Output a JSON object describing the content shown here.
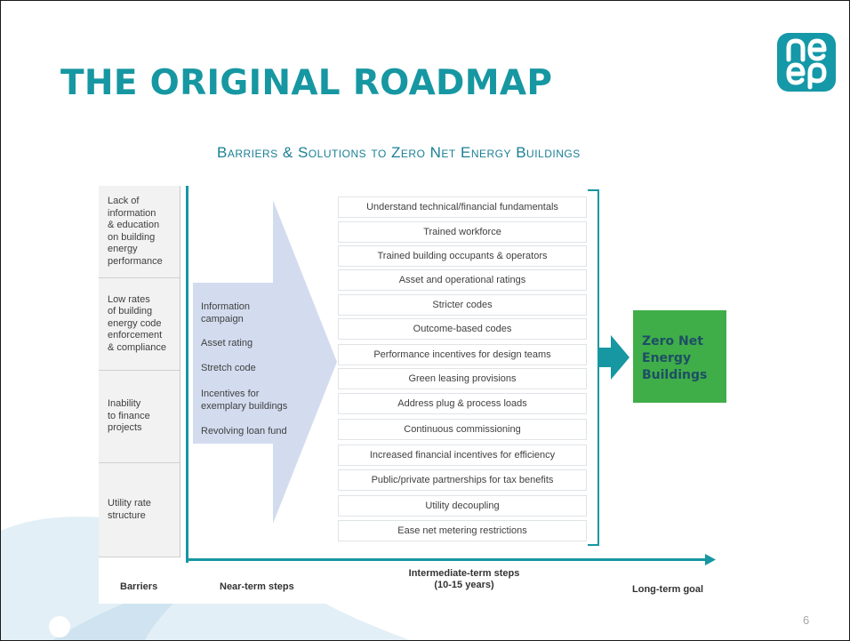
{
  "title": "THE ORIGINAL ROADMAP",
  "logo_text": "neep",
  "page_number": "6",
  "colors": {
    "accent": "#1697a2",
    "goal": "#3fae49",
    "arrow": "#d3dcef",
    "pale": "#e3eff6"
  },
  "diagram": {
    "subtitle": "Barriers & Solutions to Zero Net Energy Buildings",
    "barriers": [
      "Lack of\ninformation\n& education\non building\nenergy\nperformance",
      "Low rates\nof building\nenergy code\nenforcement\n& compliance",
      "Inability\nto finance\nprojects",
      "Utility rate\nstructure"
    ],
    "near_term": [
      "Information\ncampaign",
      "Asset rating",
      "Stretch code",
      "Incentives for\nexemplary buildings",
      "Revolving loan fund"
    ],
    "intermediate": [
      "Understand technical/financial fundamentals",
      "Trained workforce",
      "Trained building occupants & operators",
      "Asset and operational ratings",
      "Stricter codes",
      "Outcome-based codes",
      "Performance incentives for design teams",
      "Green leasing provisions",
      "Address plug & process loads",
      "Continuous commissioning",
      "Increased financial incentives for efficiency",
      "Public/private partnerships for tax benefits",
      "Utility decoupling",
      "Ease net metering restrictions"
    ],
    "goal": "Zero Net\nEnergy\nBuildings",
    "labels": {
      "barriers": "Barriers",
      "near_term": "Near-term steps",
      "intermediate": "Intermediate-term steps\n(10-15 years)",
      "long_term": "Long-term goal"
    }
  }
}
